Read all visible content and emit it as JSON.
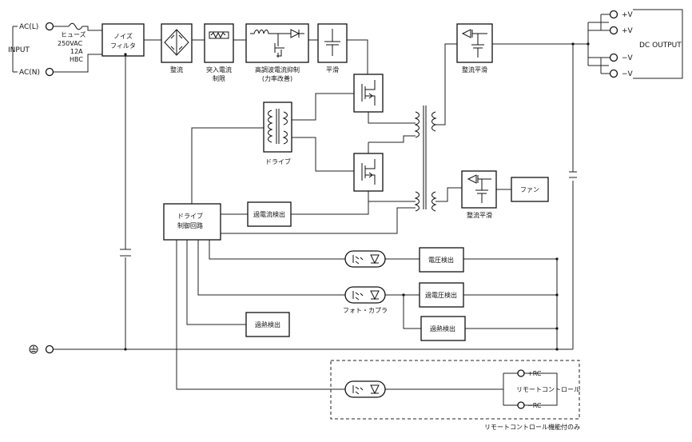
{
  "terminals": {
    "ac_l": "AC(L)",
    "ac_n": "AC(N)",
    "input": "INPUT",
    "plus_v1": "+V",
    "plus_v2": "+V",
    "minus_v1": "−V",
    "minus_v2": "−V",
    "dc_output": "DC OUTPUT",
    "plus_rc": "+RC",
    "minus_rc": "−RC"
  },
  "fuse": {
    "name": "ヒューズ",
    "voltage": "250VAC",
    "current": "12A",
    "type": "HBC"
  },
  "blocks": {
    "noise_filter_1": "ノイズ",
    "noise_filter_2": "フィルタ",
    "rectifier": "整流",
    "inrush_1": "突入電流",
    "inrush_2": "制限",
    "pfc_1": "高調波電流抑制",
    "pfc_2": "(力率改善)",
    "smoothing": "平滑",
    "rect_smooth_main": "整流平滑",
    "rect_smooth_fan": "整流平滑",
    "fan": "ファン",
    "drive": "ドライブ",
    "drive_ctrl_1": "ドライブ",
    "drive_ctrl_2": "制御回路",
    "overcurrent": "過電流検出",
    "voltage_det": "電圧検出",
    "overvoltage": "過電圧検出",
    "overheat_primary": "過熱検出",
    "overheat_secondary": "過熱検出",
    "photocoupler": "フォト・カプラ",
    "remote_control": "リモートコントロール",
    "remote_note": "リモートコントロール機能付のみ"
  }
}
